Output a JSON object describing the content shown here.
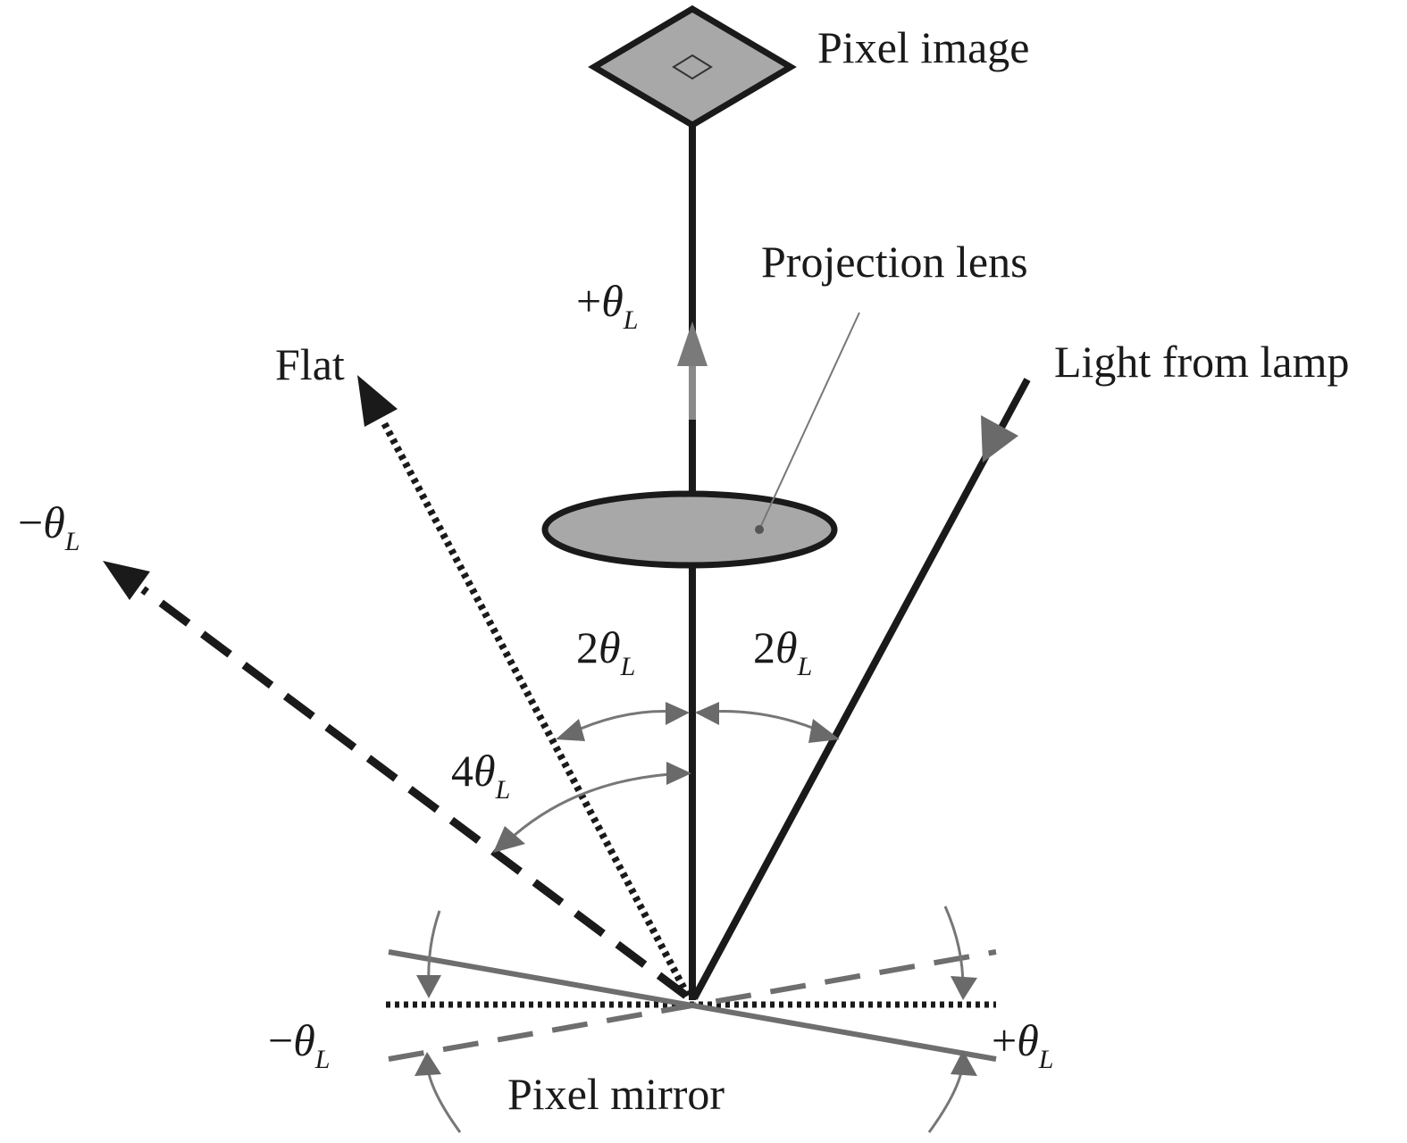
{
  "labels": {
    "pixel_image": "Pixel image",
    "projection_lens": "Projection lens",
    "light_from_lamp": "Light from lamp",
    "flat": "Flat",
    "pixel_mirror": "Pixel mirror"
  },
  "angles": {
    "theta_symbol": "θ",
    "subscript": "L",
    "plus_prefix": "+",
    "minus_prefix": "−",
    "two_prefix": "2",
    "four_prefix": "4"
  },
  "colors": {
    "stroke_dark": "#1a1a1a",
    "stroke_gray": "#6e6e6e",
    "fill_gray": "#a8a8a8"
  }
}
